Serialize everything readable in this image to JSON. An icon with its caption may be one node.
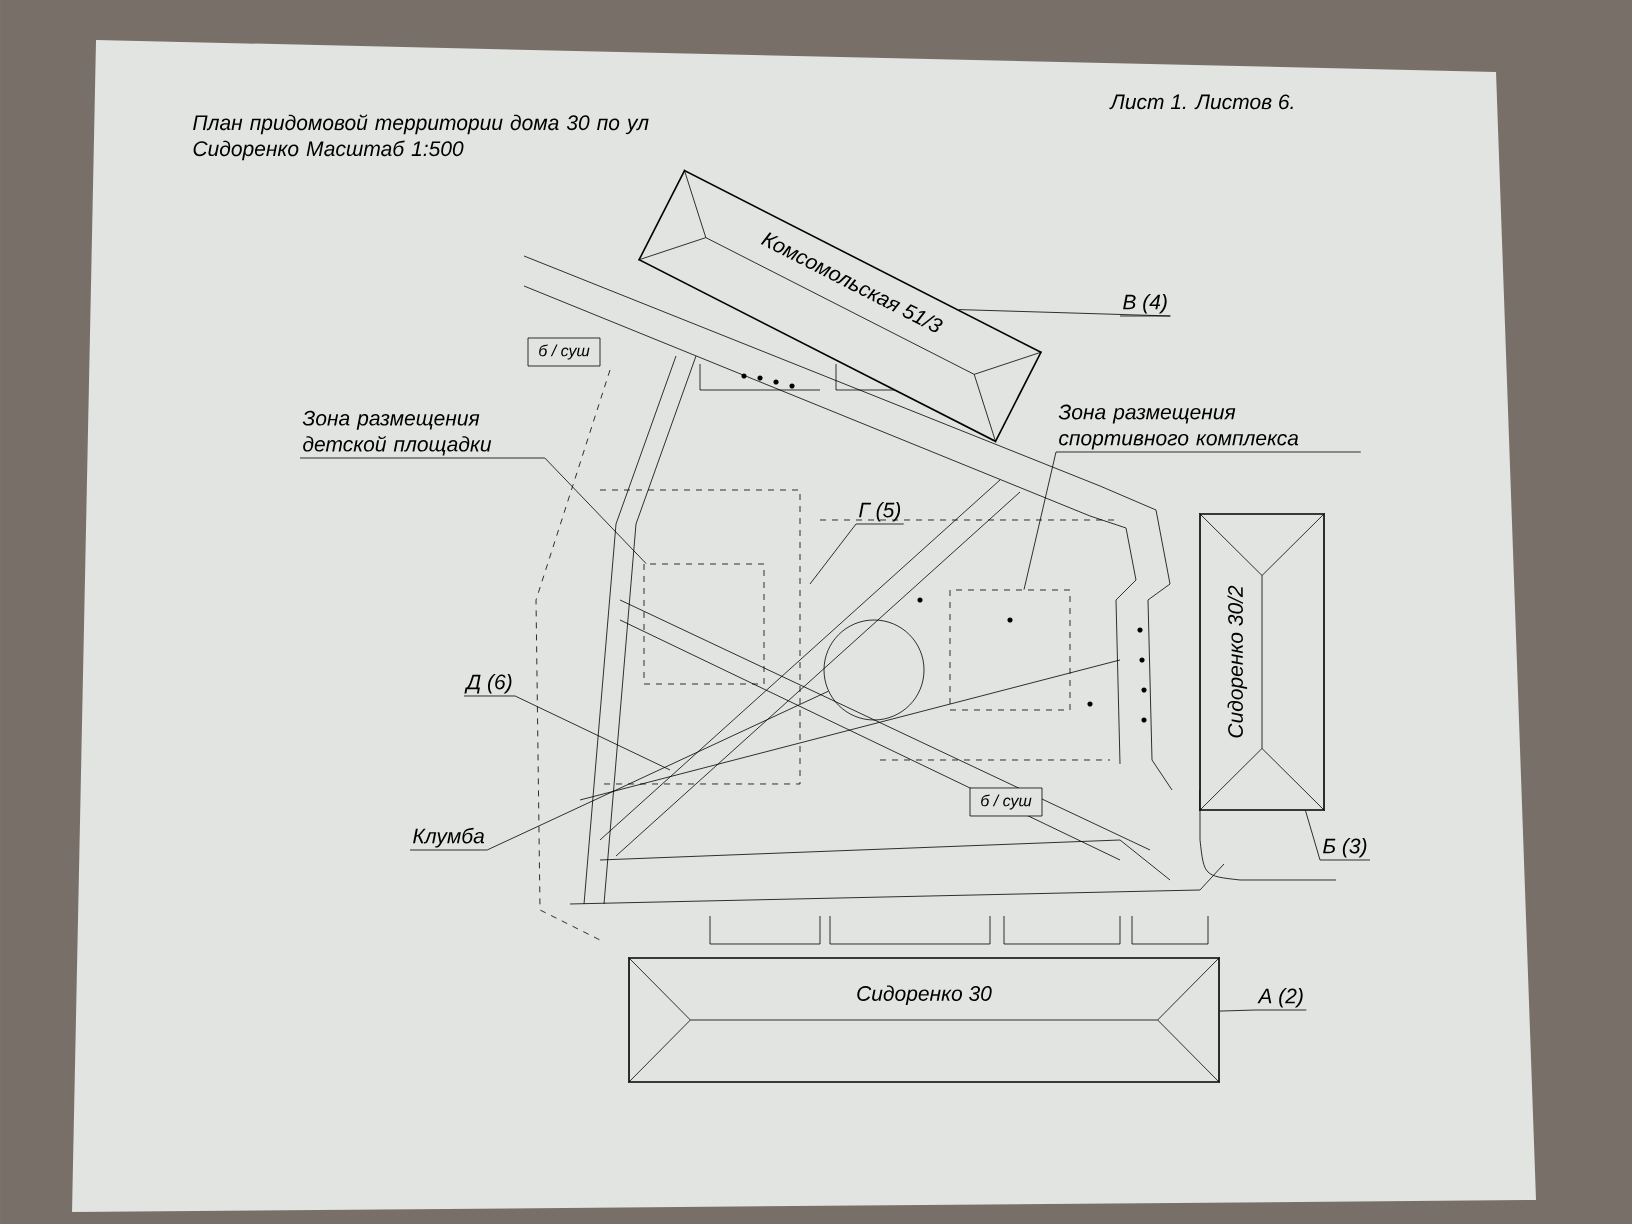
{
  "diagram": {
    "title": "План придомовой территории дома 30 по ул Сидоренко Масштаб 1:500",
    "nodes": [
      {
        "text": [
          "Комсомольская 51/3"
        ]
      },
      {
        "text": [
          "б / суш"
        ]
      },
      {
        "text": [
          "Зона размещения детской площадки"
        ]
      },
      {
        "text": [],
        "shape": "box"
      },
      {
        "text": [
          "Г (5)"
        ]
      },
      {
        "text": [
          "Зона размещения спортивного комплекса"
        ]
      },
      {
        "text": [],
        "shape": "box"
      },
      {
        "text": [
          "Д (6)"
        ]
      },
      {
        "text": [
          "Клумба"
        ]
      },
      {
        "text": [],
        "shape": "circle"
      },
      {
        "text": [
          "Сидоренко 30/2"
        ]
      },
      {
        "text": [
          "б / суш"
        ]
      },
      {
        "text": [
          "Б (3)"
        ]
      },
      {
        "text": [
          "А (2)"
        ]
      },
      {
        "text": [
          "Сидоренко 30"
        ]
      },
      {
        "text": [
          "В (4)"
        ]
      }
    ],
    "edges": [
      {
        "from": 15,
        "to": 0,
        "arrow": "none"
      },
      {
        "from": 2,
        "to": 3,
        "arrow": "none"
      },
      {
        "from": 5,
        "to": 6,
        "arrow": "none"
      },
      {
        "from": 4,
        "to": null,
        "arrow": "none"
      },
      {
        "from": 7,
        "to": null,
        "arrow": "none"
      },
      {
        "from": 8,
        "to": 9,
        "arrow": "none"
      },
      {
        "from": 12,
        "to": 10,
        "arrow": "none"
      },
      {
        "from": 13,
        "to": 14,
        "arrow": "none"
      }
    ],
    "labels": [
      "Лист 1. Листов 6."
    ]
  }
}
